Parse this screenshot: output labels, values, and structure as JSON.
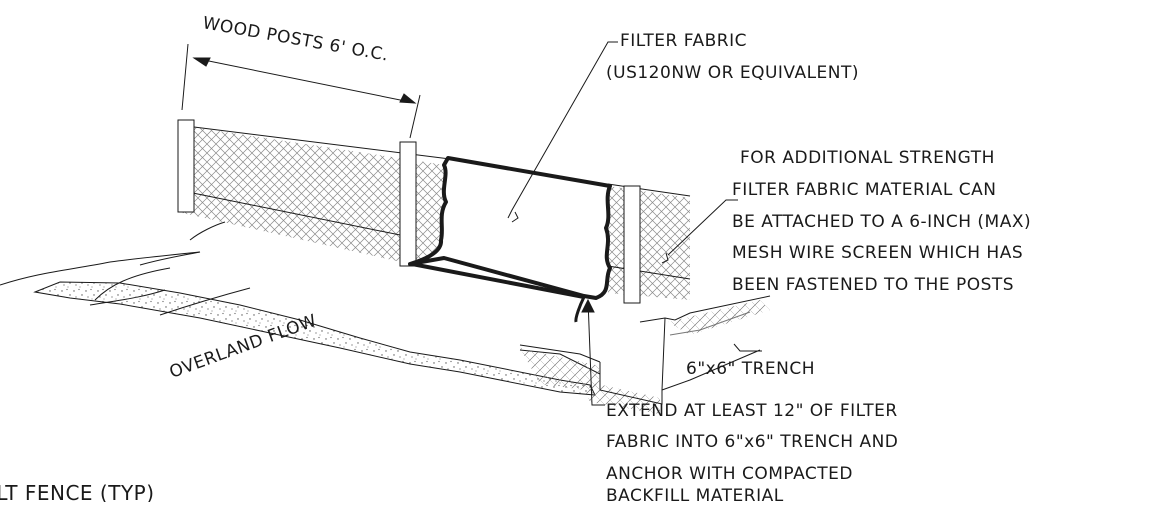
{
  "labels": {
    "wood_posts": "WOOD POSTS 6' O.C.",
    "filter_fabric_1": "FILTER FABRIC",
    "filter_fabric_2": "(US120NW OR EQUIVALENT)",
    "strength_1": "FOR ADDITIONAL STRENGTH",
    "strength_2": "FILTER FABRIC MATERIAL CAN",
    "strength_3": "BE ATTACHED TO A 6-INCH (MAX)",
    "strength_4": "MESH WIRE SCREEN WHICH HAS",
    "strength_5": "BEEN FASTENED TO THE POSTS",
    "overland_flow": "OVERLAND FLOW",
    "trench": "6\"x6\" TRENCH",
    "extend_1": "EXTEND AT LEAST 12\" OF FILTER",
    "extend_2": "FABRIC INTO 6\"x6\" TRENCH AND",
    "extend_3": "ANCHOR WITH COMPACTED",
    "extend_4": "BACKFILL MATERIAL",
    "caption": "ILT FENCE (TYP)"
  },
  "colors": {
    "line": "#1a1a1a",
    "mesh": "#888888"
  }
}
